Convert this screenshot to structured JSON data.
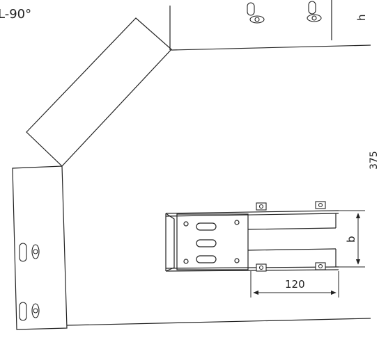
{
  "labels": {
    "angle": "L-90°",
    "dim_h": "h",
    "dim_375": "375",
    "dim_b": "b",
    "dim_120": "120"
  },
  "colors": {
    "line": "#222222",
    "background": "#ffffff"
  }
}
